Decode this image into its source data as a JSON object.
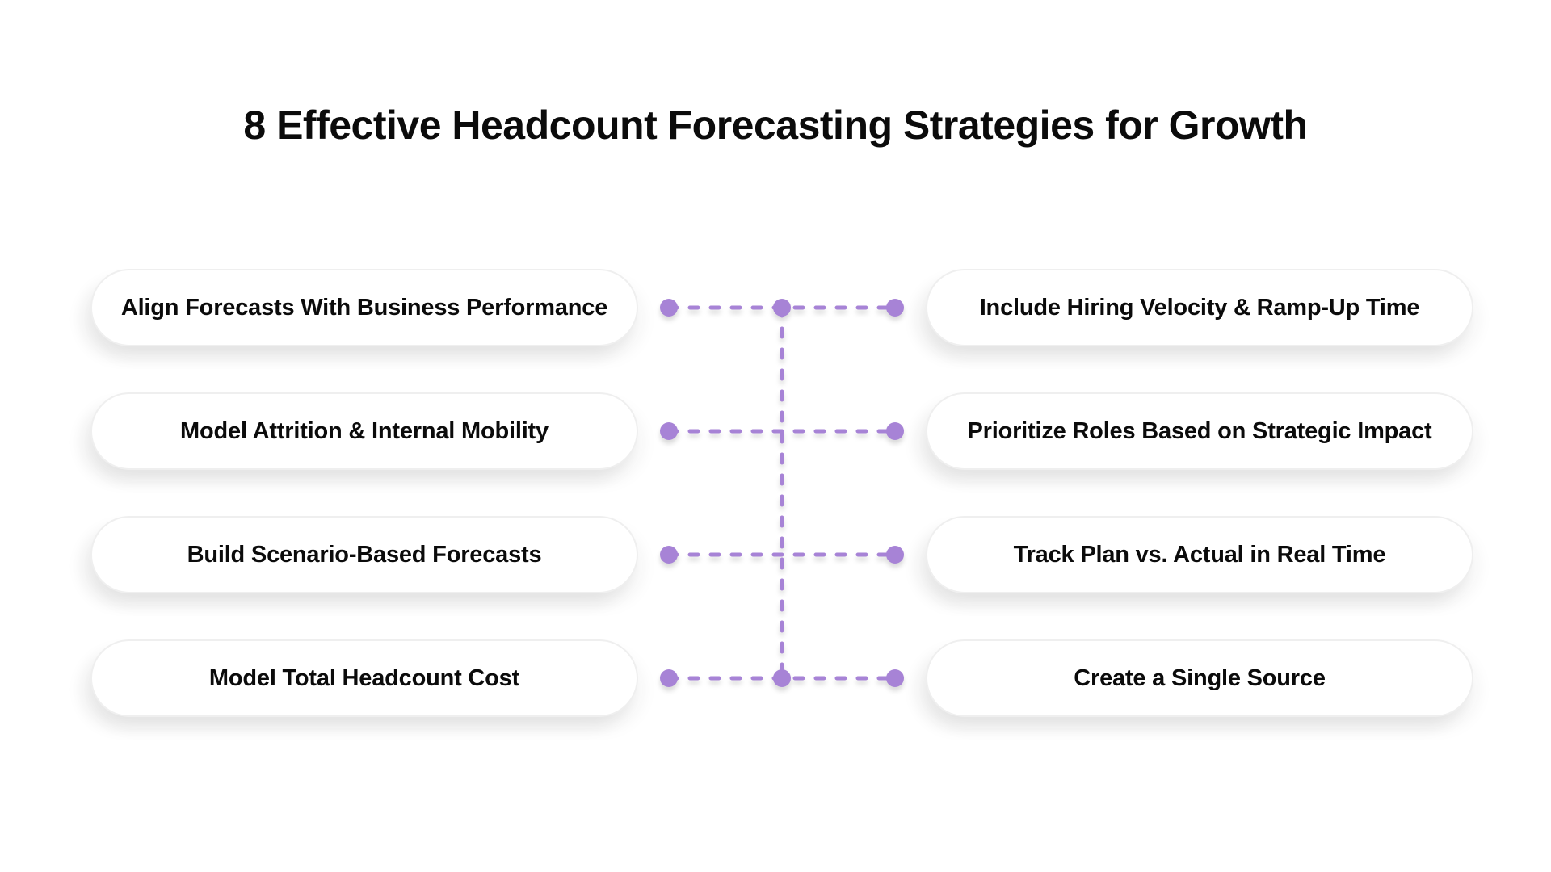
{
  "title": "8 Effective Headcount Forecasting Strategies for Growth",
  "colors": {
    "accent": "#A783D6",
    "box_background": "#FFFFFF",
    "box_border": "#EFEFEF",
    "text": "#0B0B0B",
    "background": "#FFFFFF"
  },
  "strategies": {
    "left": [
      "Align Forecasts With Business Performance",
      "Model Attrition & Internal Mobility",
      "Build Scenario-Based Forecasts",
      "Model Total Headcount Cost"
    ],
    "right": [
      "Include Hiring Velocity & Ramp-Up Time",
      "Prioritize Roles Based on Strategic Impact",
      "Track Plan vs. Actual in Real Time",
      "Create a Single Source"
    ]
  }
}
